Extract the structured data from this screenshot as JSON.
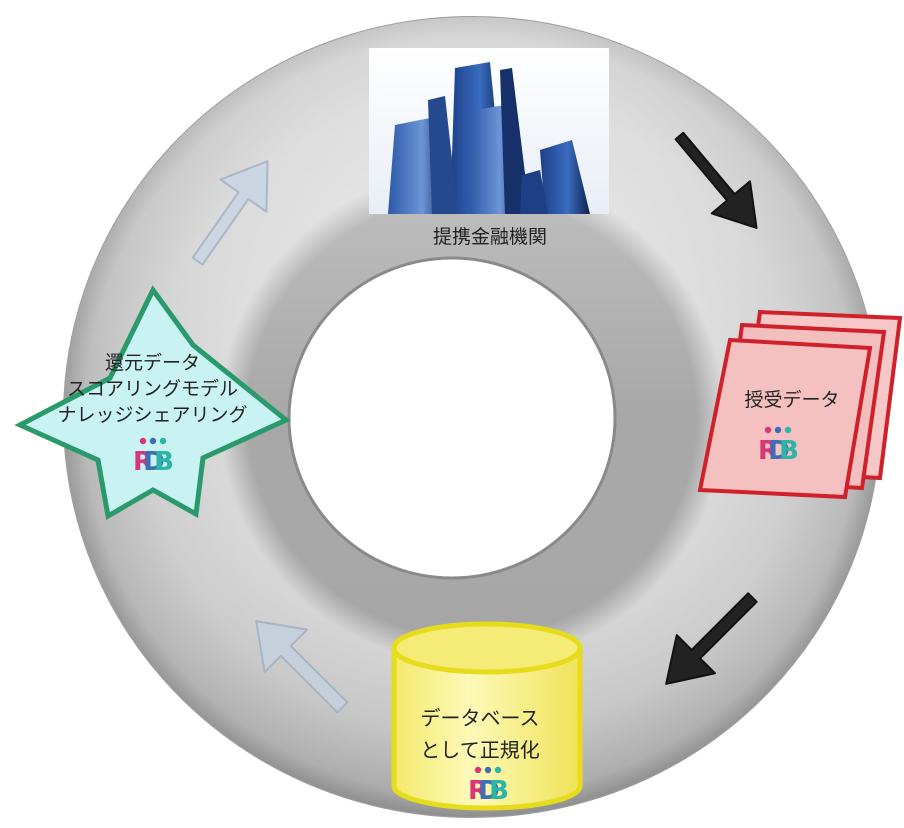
{
  "nodes": {
    "institution": {
      "label": "提携金融機関",
      "image": "office-buildings-photo"
    },
    "exchange": {
      "label": "授受データ"
    },
    "database": {
      "lines": [
        "データベース",
        "として正規化"
      ]
    },
    "returns": {
      "lines": [
        "還元データ",
        "スコアリングモデル",
        "ナレッジシェアリング"
      ]
    }
  },
  "logo": {
    "text": "RDB",
    "icon": "rdb-logo-icon"
  },
  "colors": {
    "ring": "#c9c9c9",
    "arrow_dark": "#222222",
    "arrow_light": "#c8d3e0",
    "star_fill": "#c9f3f3",
    "star_border": "#2a9a6c",
    "doc_fill": "#f5c0c0",
    "doc_border": "#d0202a",
    "db_fill": "#fbf49a",
    "db_border": "#e6dc1c",
    "logo_pink": "#d8357a",
    "logo_blue": "#3d6fb6",
    "logo_teal": "#2bb5a8"
  }
}
